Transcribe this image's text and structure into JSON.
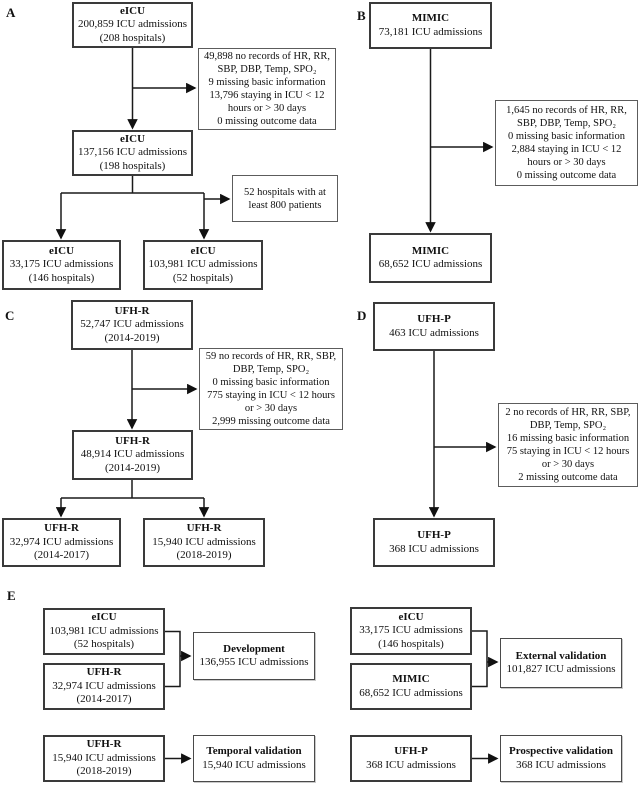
{
  "panels": {
    "a": "A",
    "b": "B",
    "c": "C",
    "d": "D",
    "e": "E"
  },
  "boxes": {
    "a1": {
      "title": "eICU",
      "lines": [
        "200,859 ICU admissions",
        "(208 hospitals)"
      ]
    },
    "a_excl": {
      "lines": [
        "49,898 no records of HR, RR, SBP, DBP, Temp, SPO₂",
        "9 missing basic information",
        "13,796 staying in ICU < 12 hours or > 30 days",
        "0 missing outcome data"
      ]
    },
    "a2": {
      "title": "eICU",
      "lines": [
        "137,156 ICU admissions",
        "(198 hospitals)"
      ]
    },
    "a_side": {
      "lines": [
        "52 hospitals with at least 800 patients"
      ]
    },
    "a3": {
      "title": "eICU",
      "lines": [
        "33,175 ICU admissions",
        "(146 hospitals)"
      ]
    },
    "a4": {
      "title": "eICU",
      "lines": [
        "103,981 ICU admissions",
        "(52 hospitals)"
      ]
    },
    "b1": {
      "title": "MIMIC",
      "lines": [
        "73,181 ICU admissions"
      ]
    },
    "b_excl": {
      "lines": [
        "1,645 no records of HR, RR, SBP, DBP, Temp, SPO₂",
        "0 missing basic information",
        "2,884 staying in ICU < 12 hours or > 30 days",
        "0 missing outcome data"
      ]
    },
    "b2": {
      "title": "MIMIC",
      "lines": [
        "68,652 ICU admissions"
      ]
    },
    "c1": {
      "title": "UFH-R",
      "lines": [
        "52,747 ICU admissions",
        "(2014-2019)"
      ]
    },
    "c_excl": {
      "lines": [
        "59 no records of HR, RR, SBP, DBP, Temp, SPO₂",
        "0 missing basic information",
        "775 staying in ICU < 12 hours or > 30 days",
        "2,999 missing outcome data"
      ]
    },
    "c2": {
      "title": "UFH-R",
      "lines": [
        "48,914 ICU admissions",
        "(2014-2019)"
      ]
    },
    "c3": {
      "title": "UFH-R",
      "lines": [
        "32,974 ICU admissions",
        "(2014-2017)"
      ]
    },
    "c4": {
      "title": "UFH-R",
      "lines": [
        "15,940 ICU admissions",
        "(2018-2019)"
      ]
    },
    "d1": {
      "title": "UFH-P",
      "lines": [
        "463 ICU admissions"
      ]
    },
    "d_excl": {
      "lines": [
        "2 no records of HR, RR, SBP, DBP, Temp, SPO₂",
        "16 missing basic information",
        "75 staying in ICU < 12 hours or > 30 days",
        "2 missing outcome data"
      ]
    },
    "d2": {
      "title": "UFH-P",
      "lines": [
        "368 ICU admissions"
      ]
    },
    "e1": {
      "title": "eICU",
      "lines": [
        "103,981 ICU admissions",
        "(52 hospitals)"
      ]
    },
    "e2": {
      "title": "UFH-R",
      "lines": [
        "32,974 ICU admissions",
        "(2014-2017)"
      ]
    },
    "e_dev": {
      "title": "Development",
      "lines": [
        "136,955 ICU admissions"
      ]
    },
    "e3": {
      "title": "eICU",
      "lines": [
        "33,175 ICU admissions",
        "(146 hospitals)"
      ]
    },
    "e4": {
      "title": "MIMIC",
      "lines": [
        "68,652 ICU admissions"
      ]
    },
    "e_ext": {
      "title": "External validation",
      "lines": [
        "101,827 ICU admissions"
      ]
    },
    "e5": {
      "title": "UFH-R",
      "lines": [
        "15,940 ICU admissions",
        "(2018-2019)"
      ]
    },
    "e_temp": {
      "title": "Temporal validation",
      "lines": [
        "15,940 ICU admissions"
      ]
    },
    "e6": {
      "title": "UFH-P",
      "lines": [
        "368 ICU admissions"
      ]
    },
    "e_pros": {
      "title": "Prospective validation",
      "lines": [
        "368 ICU admissions"
      ]
    }
  }
}
